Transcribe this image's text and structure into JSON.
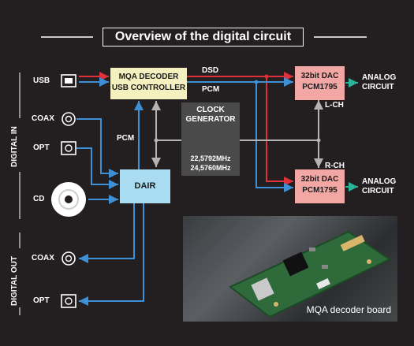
{
  "title": "Overview of the digital circuit",
  "section_labels": {
    "digital_in": "DIGITAL IN",
    "digital_out": "DIGITAL OUT"
  },
  "inputs": [
    "USB",
    "COAX",
    "OPT",
    "CD"
  ],
  "outputs": [
    "COAX",
    "OPT"
  ],
  "blocks": {
    "mqa": {
      "line1": "MQA DECODER",
      "line2": "USB CONTROLLER"
    },
    "dair": "DAIR",
    "clock": {
      "line1": "CLOCK",
      "line2": "GENERATOR",
      "freq1": "22,5792MHz",
      "freq2": "24,5760MHz"
    },
    "dac_l": {
      "line1": "32bit DAC",
      "line2": "PCM1795"
    },
    "dac_r": {
      "line1": "32bit DAC",
      "line2": "PCM1795"
    }
  },
  "signals": {
    "dsd": "DSD",
    "pcm_top": "PCM",
    "pcm_side": "PCM",
    "lch": "L-CH",
    "rch": "R-CH"
  },
  "analog_outputs": [
    {
      "line1": "ANALOG",
      "line2": "CIRCUIT"
    },
    {
      "line1": "ANALOG",
      "line2": "CIRCUIT"
    }
  ],
  "photo_caption": "MQA decoder board",
  "colors": {
    "background": "#231f20",
    "blue_line": "#3d8fd6",
    "red_line": "#e0303a",
    "gray_line": "#b4b4b4",
    "green_line": "#2bb39a",
    "mqa_block": "#f5f0c0",
    "dair_block": "#a9dcf0",
    "dac_block": "#f2a7a4",
    "clock_block": "#4a4a4a"
  }
}
